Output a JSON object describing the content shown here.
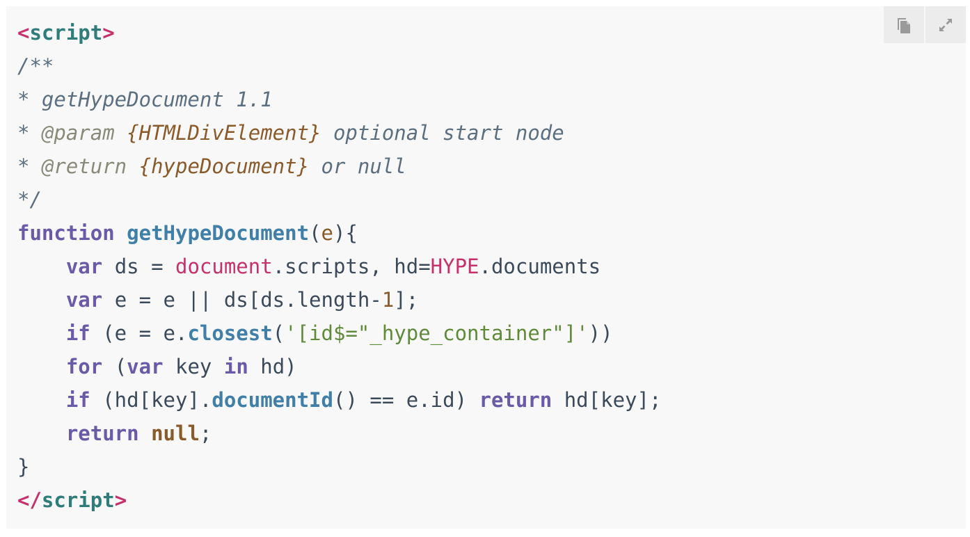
{
  "toolbar": {
    "copy_icon": "copy-icon",
    "expand_icon": "expand-icon"
  },
  "colors": {
    "background": "#f8f8f8",
    "tag": "#2e7d7a",
    "punct": "#c7306b",
    "comment": "#5b6f80",
    "keyword": "#6a5aa8",
    "function": "#3f7fa8",
    "string": "#5f8a3a",
    "literal": "#8a5a2a"
  },
  "code": {
    "lines": [
      [
        {
          "t": "punct",
          "v": "<"
        },
        {
          "t": "tag",
          "v": "script"
        },
        {
          "t": "punct",
          "v": ">"
        }
      ],
      [
        {
          "t": "comment",
          "v": "/**"
        }
      ],
      [
        {
          "t": "comment",
          "v": "* getHypeDocument 1.1"
        }
      ],
      [
        {
          "t": "comment",
          "v": "* "
        },
        {
          "t": "doctag",
          "v": "@param"
        },
        {
          "t": "comment",
          "v": " "
        },
        {
          "t": "type",
          "v": "{HTMLDivElement}"
        },
        {
          "t": "comment",
          "v": " optional start node"
        }
      ],
      [
        {
          "t": "comment",
          "v": "* "
        },
        {
          "t": "doctag",
          "v": "@return"
        },
        {
          "t": "comment",
          "v": " "
        },
        {
          "t": "type",
          "v": "{hypeDocument}"
        },
        {
          "t": "comment",
          "v": " or null"
        }
      ],
      [
        {
          "t": "comment",
          "v": "*/"
        }
      ],
      [
        {
          "t": "keyword",
          "v": "function"
        },
        {
          "t": "plain",
          "v": " "
        },
        {
          "t": "fn",
          "v": "getHypeDocument"
        },
        {
          "t": "plain",
          "v": "("
        },
        {
          "t": "param",
          "v": "e"
        },
        {
          "t": "plain",
          "v": "){"
        }
      ],
      [
        {
          "t": "plain",
          "v": "    "
        },
        {
          "t": "keyword",
          "v": "var"
        },
        {
          "t": "plain",
          "v": " ds = "
        },
        {
          "t": "builtin",
          "v": "document"
        },
        {
          "t": "plain",
          "v": ".scripts, hd="
        },
        {
          "t": "builtin",
          "v": "HYPE"
        },
        {
          "t": "plain",
          "v": ".documents"
        }
      ],
      [
        {
          "t": "plain",
          "v": "    "
        },
        {
          "t": "keyword",
          "v": "var"
        },
        {
          "t": "plain",
          "v": " e = e || ds[ds.length-"
        },
        {
          "t": "number",
          "v": "1"
        },
        {
          "t": "plain",
          "v": "];"
        }
      ],
      [
        {
          "t": "plain",
          "v": "    "
        },
        {
          "t": "keyword",
          "v": "if"
        },
        {
          "t": "plain",
          "v": " (e = e."
        },
        {
          "t": "method",
          "v": "closest"
        },
        {
          "t": "plain",
          "v": "("
        },
        {
          "t": "string",
          "v": "'[id$=\"_hype_container\"]'"
        },
        {
          "t": "plain",
          "v": "))"
        }
      ],
      [
        {
          "t": "plain",
          "v": "    "
        },
        {
          "t": "keyword",
          "v": "for"
        },
        {
          "t": "plain",
          "v": " ("
        },
        {
          "t": "keyword",
          "v": "var"
        },
        {
          "t": "plain",
          "v": " key "
        },
        {
          "t": "keyword",
          "v": "in"
        },
        {
          "t": "plain",
          "v": " hd)"
        }
      ],
      [
        {
          "t": "plain",
          "v": "    "
        },
        {
          "t": "keyword",
          "v": "if"
        },
        {
          "t": "plain",
          "v": " (hd[key]."
        },
        {
          "t": "method",
          "v": "documentId"
        },
        {
          "t": "plain",
          "v": "() == e.id) "
        },
        {
          "t": "keyword",
          "v": "return"
        },
        {
          "t": "plain",
          "v": " hd[key];"
        }
      ],
      [
        {
          "t": "plain",
          "v": "    "
        },
        {
          "t": "keyword",
          "v": "return"
        },
        {
          "t": "plain",
          "v": " "
        },
        {
          "t": "literal",
          "v": "null"
        },
        {
          "t": "plain",
          "v": ";"
        }
      ],
      [
        {
          "t": "plain",
          "v": "}"
        }
      ],
      [
        {
          "t": "punct",
          "v": "</"
        },
        {
          "t": "tag",
          "v": "script"
        },
        {
          "t": "punct",
          "v": ">"
        }
      ]
    ]
  }
}
